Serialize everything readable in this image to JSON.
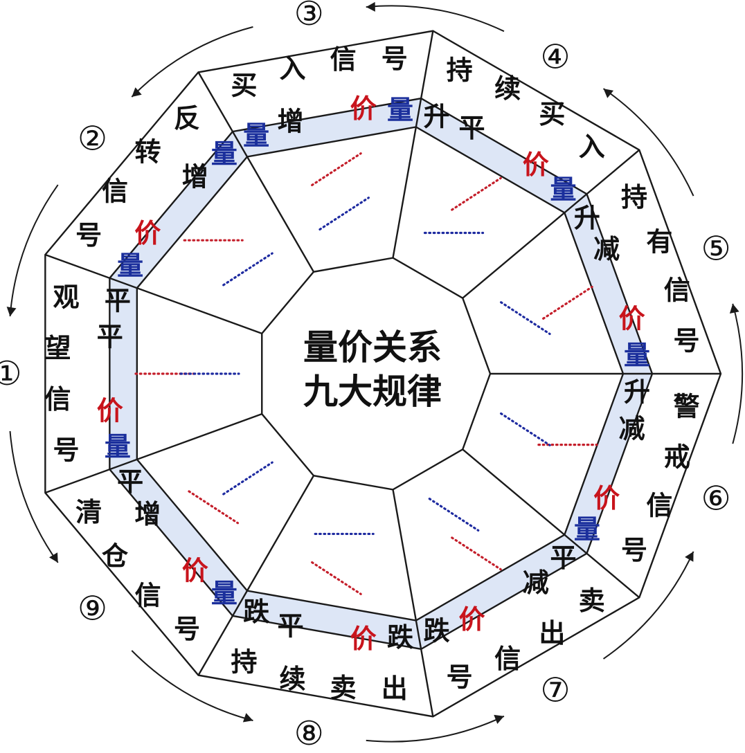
{
  "center_title": [
    "量价关系",
    "九大规律"
  ],
  "colors": {
    "volume": "#1b2f9c",
    "price": "#c8141c",
    "text": "#111111",
    "band": "#dde6f6",
    "line": "#1a1a1a",
    "dot_red": "#c41e2a",
    "dot_blue": "#1e2ba0"
  },
  "rules": [
    {
      "num": "①",
      "signal": "观望信号",
      "condition": [
        "量",
        "平",
        "价",
        "平"
      ],
      "marks": [
        "flat-red",
        "flat-blue"
      ]
    },
    {
      "num": "②",
      "signal": "反转信号",
      "condition": [
        "量",
        "增",
        "价",
        "平"
      ],
      "marks": [
        "flat-red",
        "rise-blue"
      ]
    },
    {
      "num": "③",
      "signal": "买入信号",
      "condition": [
        "量",
        "增",
        "价",
        "升"
      ],
      "marks": [
        "rise-red",
        "rise-blue"
      ]
    },
    {
      "num": "④",
      "signal": "持续买入",
      "condition": [
        "量",
        "平",
        "价",
        "升"
      ],
      "marks": [
        "rise-red",
        "flat-blue"
      ]
    },
    {
      "num": "⑤",
      "signal": "持有信号",
      "condition": [
        "量",
        "减",
        "价",
        "升"
      ],
      "marks": [
        "rise-red",
        "fall-blue"
      ]
    },
    {
      "num": "⑥",
      "signal": "警戒信号",
      "condition": [
        "量",
        "减",
        "价",
        "平"
      ],
      "marks": [
        "flat-red",
        "fall-blue"
      ]
    },
    {
      "num": "⑦",
      "signal": "卖出信号",
      "condition": [
        "量",
        "减",
        "价",
        "跌"
      ],
      "marks": [
        "fall-red",
        "fall-blue"
      ]
    },
    {
      "num": "⑧",
      "signal": "持续卖出",
      "condition": [
        "量",
        "平",
        "价",
        "跌"
      ],
      "marks": [
        "fall-red",
        "flat-blue"
      ]
    },
    {
      "num": "⑨",
      "signal": "清仓信号",
      "condition": [
        "量",
        "增",
        "价",
        "跌"
      ],
      "marks": [
        "fall-red",
        "rise-blue"
      ]
    }
  ]
}
